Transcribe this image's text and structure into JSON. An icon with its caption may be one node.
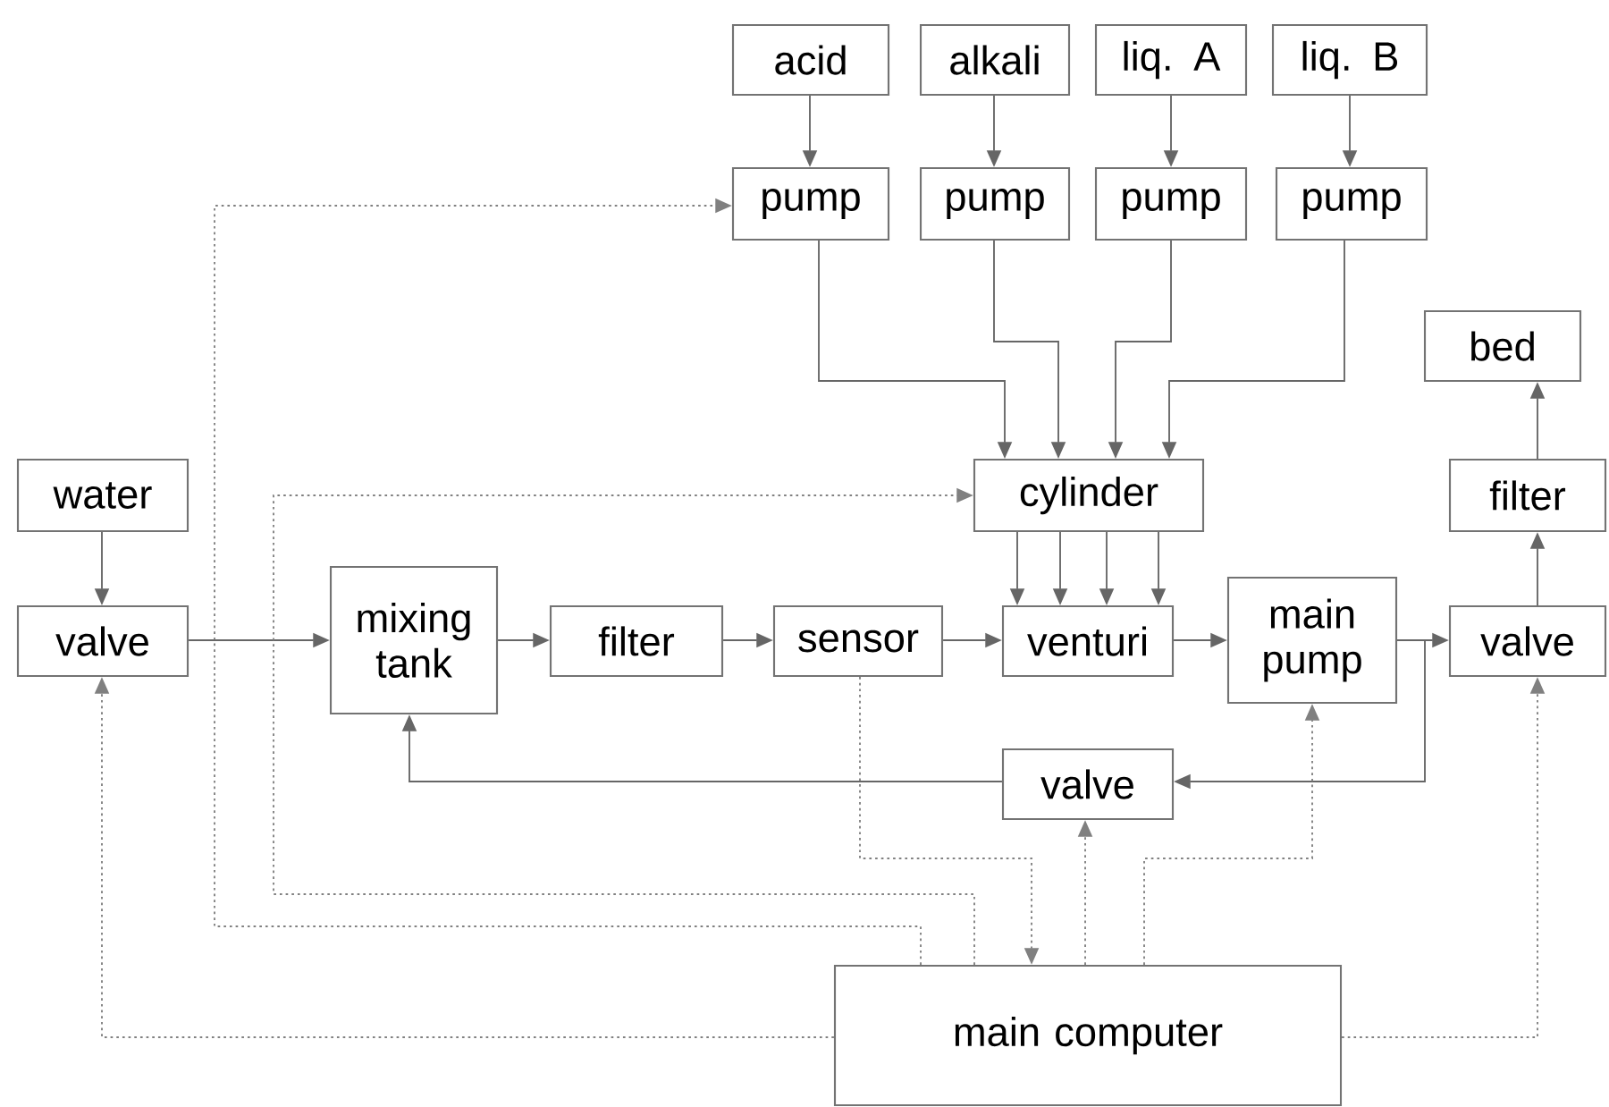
{
  "diagram": {
    "nodes": [
      {
        "text": [
          "acid"
        ]
      },
      {
        "text": [
          "alkali"
        ]
      },
      {
        "text": [
          "liq. A"
        ]
      },
      {
        "text": [
          "liq. B"
        ]
      },
      {
        "text": [
          "pump"
        ]
      },
      {
        "text": [
          "pump"
        ]
      },
      {
        "text": [
          "pump"
        ]
      },
      {
        "text": [
          "pump"
        ]
      },
      {
        "text": [
          "bed"
        ]
      },
      {
        "text": [
          "water"
        ]
      },
      {
        "text": [
          "filter"
        ]
      },
      {
        "text": [
          "cylinder"
        ]
      },
      {
        "text": [
          "valve"
        ]
      },
      {
        "text": [
          "mixing tank"
        ]
      },
      {
        "text": [
          "filter"
        ]
      },
      {
        "text": [
          "sensor"
        ]
      },
      {
        "text": [
          "venturi"
        ]
      },
      {
        "text": [
          "main pump"
        ]
      },
      {
        "text": [
          "valve"
        ]
      },
      {
        "text": [
          "valve"
        ]
      },
      {
        "text": [
          "main computer"
        ]
      }
    ],
    "edges": [
      {
        "from": 0,
        "to": 4,
        "arrow": "to"
      },
      {
        "from": 1,
        "to": 5,
        "arrow": "to"
      },
      {
        "from": 2,
        "to": 6,
        "arrow": "to"
      },
      {
        "from": 3,
        "to": 7,
        "arrow": "to"
      },
      {
        "from": 4,
        "to": 11,
        "arrow": "to"
      },
      {
        "from": 5,
        "to": 11,
        "arrow": "to"
      },
      {
        "from": 6,
        "to": 11,
        "arrow": "to"
      },
      {
        "from": 7,
        "to": 11,
        "arrow": "to"
      },
      {
        "from": 11,
        "to": 16,
        "arrow": "to"
      },
      {
        "from": 11,
        "to": 16,
        "arrow": "to"
      },
      {
        "from": 11,
        "to": 16,
        "arrow": "to"
      },
      {
        "from": 11,
        "to": 16,
        "arrow": "to"
      },
      {
        "from": 9,
        "to": 12,
        "arrow": "to"
      },
      {
        "from": 12,
        "to": 13,
        "arrow": "to"
      },
      {
        "from": 13,
        "to": 14,
        "arrow": "to"
      },
      {
        "from": 14,
        "to": 15,
        "arrow": "to"
      },
      {
        "from": 15,
        "to": 16,
        "arrow": "to"
      },
      {
        "from": 16,
        "to": 17,
        "arrow": "to"
      },
      {
        "from": 17,
        "to": 18,
        "arrow": "to"
      },
      {
        "from": 18,
        "to": 10,
        "arrow": "to"
      },
      {
        "from": 10,
        "to": 8,
        "arrow": "to"
      },
      {
        "from": 17,
        "to": 19,
        "arrow": "to"
      },
      {
        "from": 19,
        "to": 13,
        "arrow": "to"
      },
      {
        "from": 20,
        "to": 12,
        "arrow": "to",
        "style": "dashed"
      },
      {
        "from": 20,
        "to": 18,
        "arrow": "to",
        "style": "dashed"
      },
      {
        "from": 20,
        "to": 4,
        "arrow": "to",
        "style": "dashed"
      },
      {
        "from": 20,
        "to": 11,
        "arrow": "to",
        "style": "dashed"
      },
      {
        "from": 15,
        "to": 20,
        "arrow": "to",
        "style": "dashed"
      },
      {
        "from": 20,
        "to": 19,
        "arrow": "to",
        "style": "dashed"
      },
      {
        "from": 20,
        "to": 17,
        "arrow": "to",
        "style": "dashed"
      }
    ]
  }
}
